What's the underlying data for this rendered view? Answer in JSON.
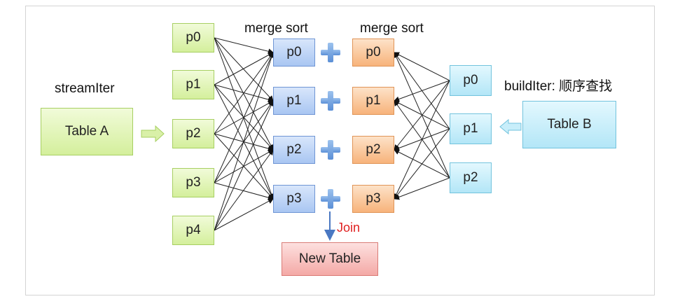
{
  "labels": {
    "stream_iter": "streamIter",
    "build_iter": "buildIter: 顺序查找",
    "merge_sort_left": "merge sort",
    "merge_sort_right": "merge sort",
    "join": "Join"
  },
  "tables": {
    "table_a": "Table A",
    "table_b": "Table B",
    "new_table": "New Table"
  },
  "left_partitions": [
    "p0",
    "p1",
    "p2",
    "p3",
    "p4"
  ],
  "blue_sorted": [
    "p0",
    "p1",
    "p2",
    "p3"
  ],
  "orange_sorted": [
    "p0",
    "p1",
    "p2",
    "p3"
  ],
  "right_partitions": [
    "p0",
    "p1",
    "p2"
  ],
  "colors": {
    "green": "#d4ef9c",
    "blue": "#a9c6f2",
    "orange": "#f7b37b",
    "cyan": "#b3e6f7",
    "red": "#f4a9a6",
    "join_text": "#e02020"
  }
}
